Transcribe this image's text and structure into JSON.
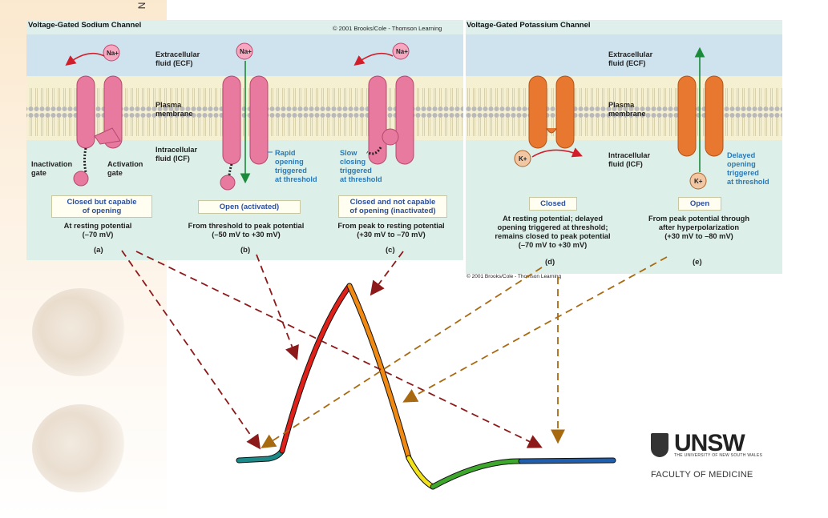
{
  "sodium_panel": {
    "title": "Voltage-Gated Sodium Channel",
    "copyright": "© 2001 Brooks/Cole - Thomson Learning",
    "ecf_label": "Extracellular\nfluid (ECF)",
    "membrane_label": "Plasma\nmembrane",
    "icf_label": "Intracellular\nfluid (ICF)",
    "inactivation_gate": "Inactivation\ngate",
    "activation_gate": "Activation\ngate",
    "ion": "Na+",
    "rapid_opening": "Rapid\nopening\ntriggered\nat threshold",
    "slow_closing": "Slow\nclosing\ntriggered\nat threshold",
    "states": [
      {
        "tag": "Closed but capable\nof opening",
        "caption": "At resting potential\n(–70 mV)",
        "letter": "(a)"
      },
      {
        "tag": "Open (activated)",
        "caption": "From threshold to peak potential\n(–50 mV to +30 mV)",
        "letter": "(b)"
      },
      {
        "tag": "Closed and not capable\nof opening (inactivated)",
        "caption": "From peak to resting potential\n(+30 mV to –70 mV)",
        "letter": "(c)"
      }
    ]
  },
  "potassium_panel": {
    "title": "Voltage-Gated Potassium Channel",
    "copyright": "© 2001 Brooks/Cole - Thomson Learning",
    "ecf_label": "Extracellular\nfluid (ECF)",
    "membrane_label": "Plasma\nmembrane",
    "icf_label": "Intracellular\nfluid (ICF)",
    "ion": "K+",
    "delayed_opening": "Delayed\nopening\ntriggered\nat threshold",
    "states": [
      {
        "tag": "Closed",
        "caption": "At resting potential; delayed\nopening triggered at threshold;\nremains closed to peak potential\n(–70 mV to +30 mV)",
        "letter": "(d)"
      },
      {
        "tag": "Open",
        "caption": "From peak potential through\nafter hyperpolarization\n(+30 mV to –80 mV)",
        "letter": "(e)"
      }
    ]
  },
  "logo": {
    "name": "UNSW",
    "subtitle": "THE UNIVERSITY OF NEW SOUTH WALES",
    "faculty": "FACULTY OF MEDICINE"
  },
  "colors": {
    "sodium_channel": "#e87a9f",
    "potassium_channel": "#e8782f",
    "rising_phase": "#e0211a",
    "falling_phase": "#f08a12",
    "repolarization": "#f2e21a",
    "hyperpolarization": "#3ea82c",
    "resting": "#1f5fae",
    "sodium_arrows": "#8c1a1a",
    "potassium_arrows": "#a86a10"
  }
}
